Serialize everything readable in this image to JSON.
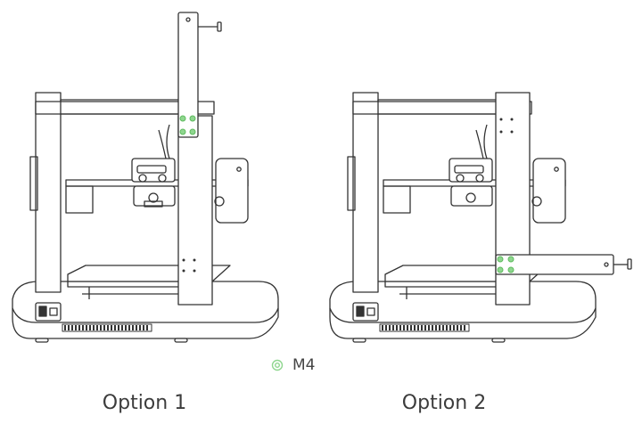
{
  "legend": {
    "icon": "screw-hole-icon",
    "label": "M4",
    "color": "#8fd68f"
  },
  "options": [
    {
      "caption": "Option 1",
      "icon": "printer-illustration"
    },
    {
      "caption": "Option 2",
      "icon": "printer-illustration"
    }
  ],
  "colors": {
    "line": "#333333",
    "highlight": "#8fd68f"
  }
}
